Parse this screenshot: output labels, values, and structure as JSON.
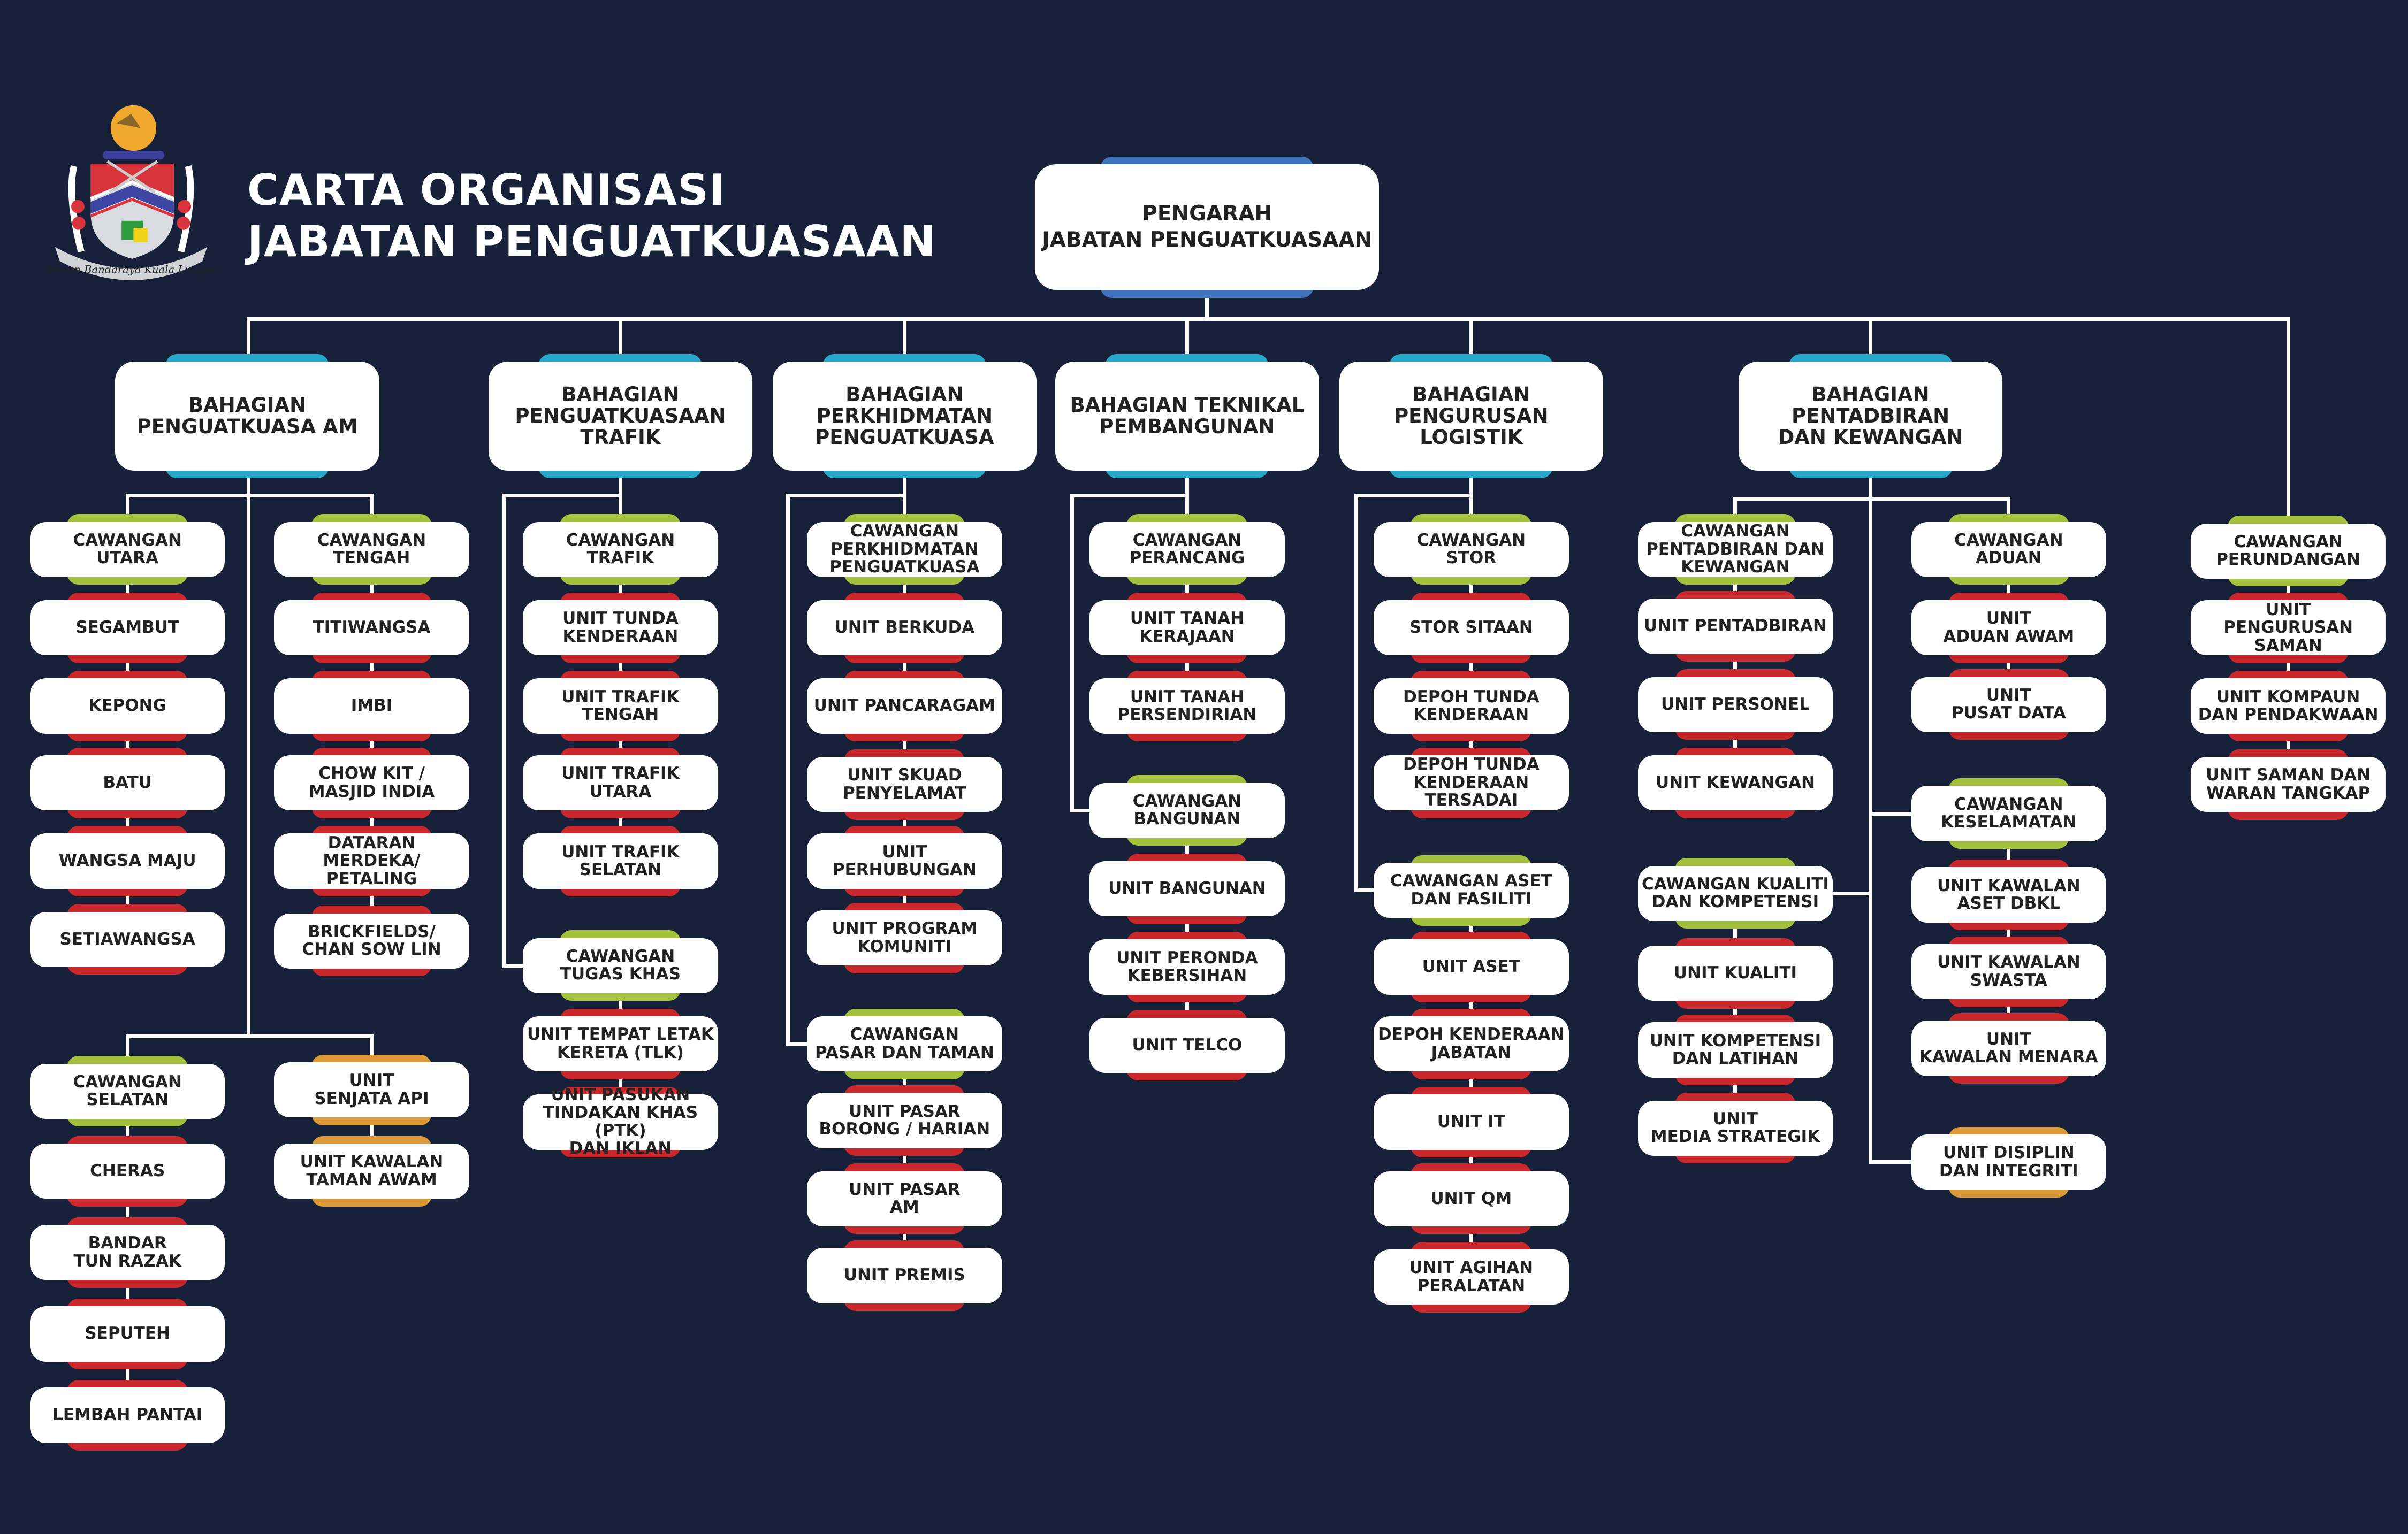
{
  "title": {
    "line1": "CARTA ORGANISASI",
    "line2": "JABATAN PENGUATKUASAAN"
  },
  "logo": {
    "motto": "Dewan Bandaraya Kuala Lumpur"
  },
  "director": {
    "label": "PENGARAH\nJABATAN PENGUATKUASAAN"
  },
  "colors": {
    "background": "#17213a",
    "cawangan": "#a3c13c",
    "unit": "#c9292c",
    "special": "#dd9a3a",
    "division": "#2aa7c9",
    "director": "#3f73bd"
  },
  "divisions": [
    {
      "label": "BAHAGIAN\nPENGUATKUASA AM",
      "units": [
        {
          "label": "CAWANGAN\nUTARA",
          "kind": "cawangan"
        },
        {
          "label": "SEGAMBUT",
          "kind": "unit"
        },
        {
          "label": "KEPONG",
          "kind": "unit"
        },
        {
          "label": "BATU",
          "kind": "unit"
        },
        {
          "label": "WANGSA MAJU",
          "kind": "unit"
        },
        {
          "label": "SETIAWANGSA",
          "kind": "unit"
        },
        {
          "label": "CAWANGAN\nTENGAH",
          "kind": "cawangan"
        },
        {
          "label": "TITIWANGSA",
          "kind": "unit"
        },
        {
          "label": "IMBI",
          "kind": "unit"
        },
        {
          "label": "CHOW KIT /\nMASJID INDIA",
          "kind": "unit"
        },
        {
          "label": "DATARAN MERDEKA/\nPETALING",
          "kind": "unit"
        },
        {
          "label": "BRICKFIELDS/\nCHAN SOW LIN",
          "kind": "unit"
        },
        {
          "label": "CAWANGAN\nSELATAN",
          "kind": "cawangan"
        },
        {
          "label": "CHERAS",
          "kind": "unit"
        },
        {
          "label": "BANDAR\nTUN RAZAK",
          "kind": "unit"
        },
        {
          "label": "SEPUTEH",
          "kind": "unit"
        },
        {
          "label": "LEMBAH PANTAI",
          "kind": "unit"
        },
        {
          "label": "UNIT\nSENJATA API",
          "kind": "special"
        },
        {
          "label": "UNIT KAWALAN\nTAMAN AWAM",
          "kind": "special"
        }
      ]
    },
    {
      "label": "BAHAGIAN\nPENGUATKUASAAN\nTRAFIK",
      "units": [
        {
          "label": "CAWANGAN\nTRAFIK",
          "kind": "cawangan"
        },
        {
          "label": "UNIT TUNDA\nKENDERAAN",
          "kind": "unit"
        },
        {
          "label": "UNIT TRAFIK\nTENGAH",
          "kind": "unit"
        },
        {
          "label": "UNIT TRAFIK\nUTARA",
          "kind": "unit"
        },
        {
          "label": "UNIT TRAFIK\nSELATAN",
          "kind": "unit"
        },
        {
          "label": "CAWANGAN\nTUGAS KHAS",
          "kind": "cawangan"
        },
        {
          "label": "UNIT TEMPAT LETAK\nKERETA (TLK)",
          "kind": "unit"
        },
        {
          "label": "UNIT PASUKAN\nTINDAKAN KHAS (PTK)\nDAN IKLAN",
          "kind": "unit"
        }
      ]
    },
    {
      "label": "BAHAGIAN\nPERKHIDMATAN\nPENGUATKUASA",
      "units": [
        {
          "label": "CAWANGAN\nPERKHIDMATAN\nPENGUATKUASA",
          "kind": "cawangan"
        },
        {
          "label": "UNIT BERKUDA",
          "kind": "unit"
        },
        {
          "label": "UNIT PANCARAGAM",
          "kind": "unit"
        },
        {
          "label": "UNIT SKUAD\nPENYELAMAT",
          "kind": "unit"
        },
        {
          "label": "UNIT PERHUBUNGAN",
          "kind": "unit"
        },
        {
          "label": "UNIT PROGRAM\nKOMUNITI",
          "kind": "unit"
        },
        {
          "label": "CAWANGAN\nPASAR DAN TAMAN",
          "kind": "cawangan"
        },
        {
          "label": "UNIT PASAR\nBORONG / HARIAN",
          "kind": "unit"
        },
        {
          "label": "UNIT PASAR\nAM",
          "kind": "unit"
        },
        {
          "label": "UNIT PREMIS",
          "kind": "unit"
        }
      ]
    },
    {
      "label": "BAHAGIAN TEKNIKAL\nPEMBANGUNAN",
      "units": [
        {
          "label": "CAWANGAN\nPERANCANG",
          "kind": "cawangan"
        },
        {
          "label": "UNIT TANAH\nKERAJAAN",
          "kind": "unit"
        },
        {
          "label": "UNIT TANAH\nPERSENDIRIAN",
          "kind": "unit"
        },
        {
          "label": "CAWANGAN\nBANGUNAN",
          "kind": "cawangan"
        },
        {
          "label": "UNIT BANGUNAN",
          "kind": "unit"
        },
        {
          "label": "UNIT PERONDA\nKEBERSIHAN",
          "kind": "unit"
        },
        {
          "label": "UNIT TELCO",
          "kind": "unit"
        }
      ]
    },
    {
      "label": "BAHAGIAN PENGURUSAN\nLOGISTIK",
      "units": [
        {
          "label": "CAWANGAN\nSTOR",
          "kind": "cawangan"
        },
        {
          "label": "STOR SITAAN",
          "kind": "unit"
        },
        {
          "label": "DEPOH TUNDA\nKENDERAAN",
          "kind": "unit"
        },
        {
          "label": "DEPOH TUNDA\nKENDERAAN\nTERSADAI",
          "kind": "unit"
        },
        {
          "label": "CAWANGAN ASET\nDAN FASILITI",
          "kind": "cawangan"
        },
        {
          "label": "UNIT ASET",
          "kind": "unit"
        },
        {
          "label": "DEPOH KENDERAAN\nJABATAN",
          "kind": "unit"
        },
        {
          "label": "UNIT IT",
          "kind": "unit"
        },
        {
          "label": "UNIT QM",
          "kind": "unit"
        },
        {
          "label": "UNIT AGIHAN\nPERALATAN",
          "kind": "unit"
        }
      ]
    },
    {
      "label": "BAHAGIAN PENTADBIRAN\nDAN KEWANGAN",
      "units": [
        {
          "label": "CAWANGAN\nPENTADBIRAN DAN\nKEWANGAN",
          "kind": "cawangan"
        },
        {
          "label": "UNIT PENTADBIRAN",
          "kind": "unit"
        },
        {
          "label": "UNIT PERSONEL",
          "kind": "unit"
        },
        {
          "label": "UNIT KEWANGAN",
          "kind": "unit"
        },
        {
          "label": "CAWANGAN KUALITI\nDAN KOMPETENSI",
          "kind": "cawangan"
        },
        {
          "label": "UNIT KUALITI",
          "kind": "unit"
        },
        {
          "label": "UNIT KOMPETENSI\nDAN LATIHAN",
          "kind": "unit"
        },
        {
          "label": "UNIT\nMEDIA STRATEGIK",
          "kind": "unit"
        },
        {
          "label": "CAWANGAN\nADUAN",
          "kind": "cawangan"
        },
        {
          "label": "UNIT\nADUAN AWAM",
          "kind": "unit"
        },
        {
          "label": "UNIT\nPUSAT DATA",
          "kind": "unit"
        },
        {
          "label": "CAWANGAN\nKESELAMATAN",
          "kind": "cawangan"
        },
        {
          "label": "UNIT KAWALAN\nASET DBKL",
          "kind": "unit"
        },
        {
          "label": "UNIT KAWALAN\nSWASTA",
          "kind": "unit"
        },
        {
          "label": "UNIT\nKAWALAN MENARA",
          "kind": "unit"
        },
        {
          "label": "UNIT DISIPLIN\nDAN INTEGRITI",
          "kind": "special"
        }
      ]
    },
    {
      "label": "",
      "units": [
        {
          "label": "CAWANGAN\nPERUNDANGAN",
          "kind": "cawangan"
        },
        {
          "label": "UNIT\nPENGURUSAN SAMAN",
          "kind": "unit"
        },
        {
          "label": "UNIT KOMPAUN\nDAN PENDAKWAAN",
          "kind": "unit"
        },
        {
          "label": "UNIT SAMAN DAN\nWARAN TANGKAP",
          "kind": "unit"
        }
      ]
    }
  ]
}
